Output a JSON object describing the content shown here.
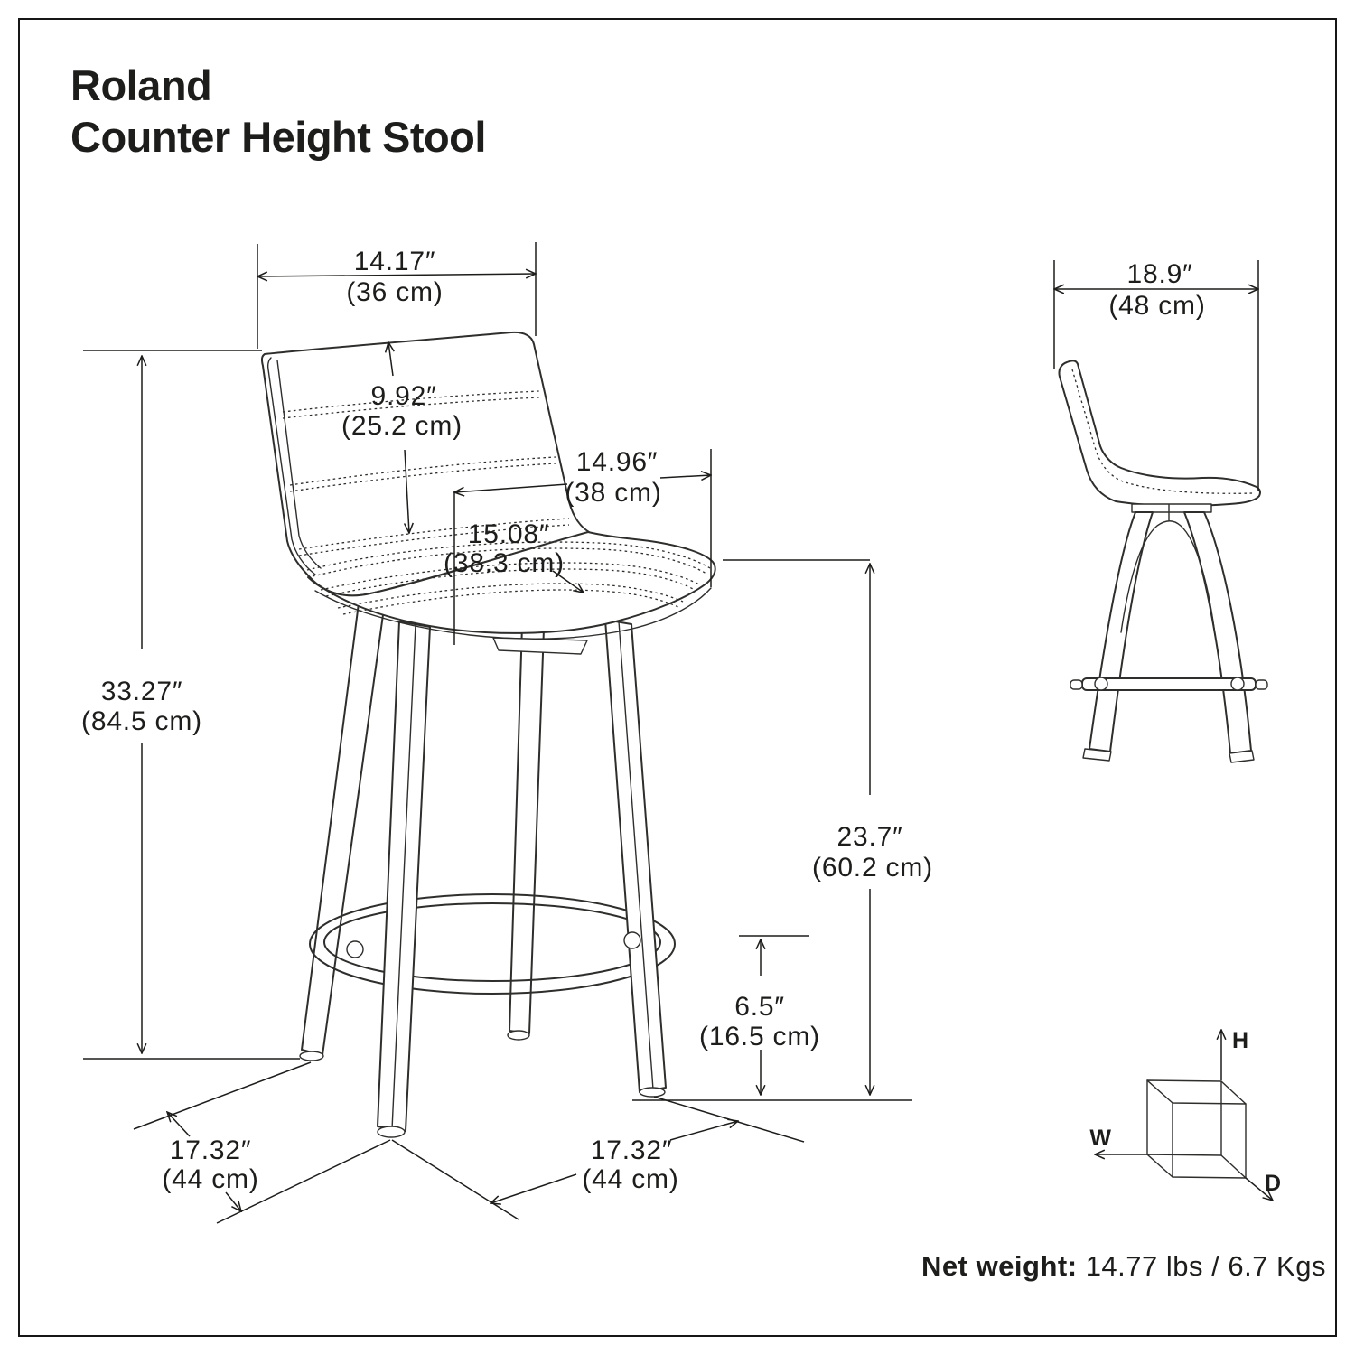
{
  "title": {
    "line1": "Roland",
    "line2": "Counter Height Stool"
  },
  "dimensions": {
    "back_width": {
      "in": "14.17″",
      "cm": "(36 cm)"
    },
    "back_height": {
      "in": "9.92″",
      "cm": "(25.2 cm)"
    },
    "seat_width": {
      "in": "14.96″",
      "cm": "(38 cm)"
    },
    "seat_depth": {
      "in": "15.08″",
      "cm": "(38.3 cm)"
    },
    "overall_height": {
      "in": "33.27″",
      "cm": "(84.5 cm)"
    },
    "seat_height": {
      "in": "23.7″",
      "cm": "(60.2 cm)"
    },
    "footrest_height": {
      "in": "6.5″",
      "cm": "(16.5 cm)"
    },
    "base_depth": {
      "in": "17.32″",
      "cm": "(44 cm)"
    },
    "base_width": {
      "in": "17.32″",
      "cm": "(44 cm)"
    },
    "overall_depth": {
      "in": "18.9″",
      "cm": "(48 cm)"
    }
  },
  "axis_cube": {
    "w": "W",
    "h": "H",
    "d": "D"
  },
  "net_weight": {
    "label": "Net weight:",
    "value": "14.77 lbs / 6.7 Kgs"
  },
  "colors": {
    "ink": "#1d1d1b",
    "line": "#2e2e2c",
    "background": "#ffffff"
  }
}
